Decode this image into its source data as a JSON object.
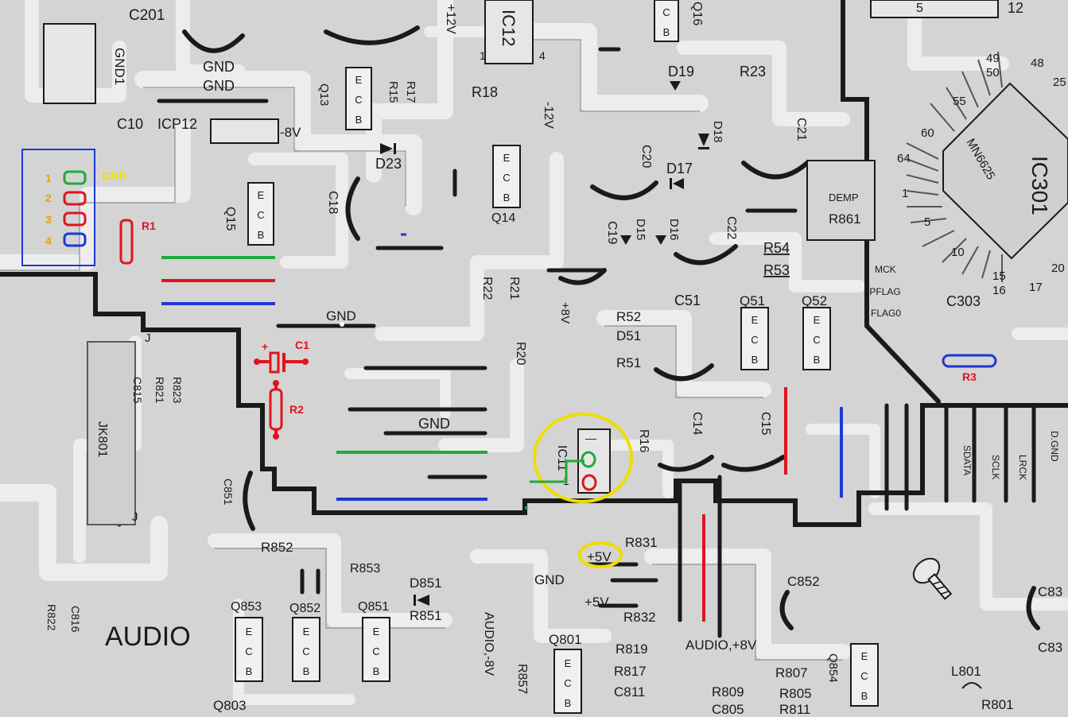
{
  "colors": {
    "board": "#d4d4d4",
    "trace": "#ededed",
    "trace_edge": "#8f8f8f",
    "ink": "#1a1a1a",
    "anno_green": "#1faa3c",
    "anno_red": "#e0141e",
    "anno_blue": "#1d39d4",
    "anno_yellow": "#eedd00",
    "anno_orange": "#f0a000"
  },
  "labels": {
    "c201": "C201",
    "plus12v": "+12V",
    "ic12": "IC12",
    "ic12_pin1": "1",
    "ic12_pin4": "4",
    "q16": "Q16",
    "pin5_top": "5",
    "pin12_top": "12",
    "gnd1": "GND1",
    "c10": "C10",
    "icp12": "ICP12",
    "minus8v": "-8V",
    "gnd_tl1": "GND",
    "gnd_tl2": "GND",
    "q13": "Q13",
    "r15": "R15",
    "r17": "R17",
    "r18": "R18",
    "minus12v": "-12V",
    "d19": "D19",
    "r23": "R23",
    "d18": "D18",
    "c21": "C21",
    "c20": "C20",
    "d17": "D17",
    "d23": "D23",
    "q15": "Q15",
    "c18": "C18",
    "q14": "Q14",
    "c19": "C19",
    "d15": "D15",
    "d16": "D16",
    "c22": "C22",
    "demp": "DEMP",
    "r861": "R861",
    "mn6625": "MN6625",
    "ic301": "IC301",
    "pin49": "49",
    "pin50": "50",
    "pin48": "48",
    "pin55": "55",
    "pin60": "60",
    "pin64": "64",
    "pin1": "1",
    "pin5": "5",
    "pin10": "10",
    "pin15": "15",
    "pin16": "16",
    "pin17": "17",
    "pin20": "20",
    "pin25": "25",
    "r54": "R54",
    "r53": "R53",
    "mck": "MCK",
    "ipflag": "IPFLAG",
    "flag0": "FLAG0",
    "c303": "C303",
    "r22": "R22",
    "r21": "R21",
    "plus8v": "+8V",
    "c51": "C51",
    "q51": "Q51",
    "q52": "Q52",
    "r52": "R52",
    "d51": "D51",
    "r51": "R51",
    "r20": "R20",
    "gnd_mid": "GND",
    "gnd_center": "GND",
    "r823": "R823",
    "r821": "R821",
    "c815": "C815",
    "jk801": "JK801",
    "j_top": "J",
    "j_bottom": "J",
    "ic11": "IC11",
    "ic11_pin": "1",
    "r16": "R16",
    "c14": "C14",
    "c15": "C15",
    "sdata": "SDATA",
    "sclk": "SCLK",
    "lrck": "LRCK",
    "dgnd": "D.GND",
    "c851": "C851",
    "r852": "R852",
    "r853": "R853",
    "d851": "D851",
    "r851": "R851",
    "r831": "R831",
    "plus5v_boxed": "+5V",
    "gnd_lower": "GND",
    "plus5v": "+5V",
    "r832": "R832",
    "c852": "C852",
    "c83_a": "C83",
    "c83_b": "C83",
    "r822": "R822",
    "c816": "C816",
    "audio": "AUDIO",
    "q853": "Q853",
    "q852": "Q852",
    "q851": "Q851",
    "audio_m8v": "AUDIO,-8V",
    "r857": "R857",
    "q801": "Q801",
    "r819": "R819",
    "r817": "R817",
    "c811": "C811",
    "audio_p8v": "AUDIO,+8V",
    "r807": "R807",
    "r805": "R805",
    "r811": "R811",
    "r809": "R809",
    "c805": "C805",
    "q854": "Q854",
    "l801": "L801",
    "r801": "R801",
    "q803": "Q803",
    "pin_e": "E",
    "pin_c": "C",
    "pin_b": "B",
    "ic11_minus": "—"
  },
  "annotations": {
    "pin_numbers": [
      "1",
      "2",
      "3",
      "4"
    ],
    "gnd": "GND",
    "r1": "R1",
    "r2": "R2",
    "r3": "R3",
    "c1": "C1",
    "c1_plus": "+"
  }
}
